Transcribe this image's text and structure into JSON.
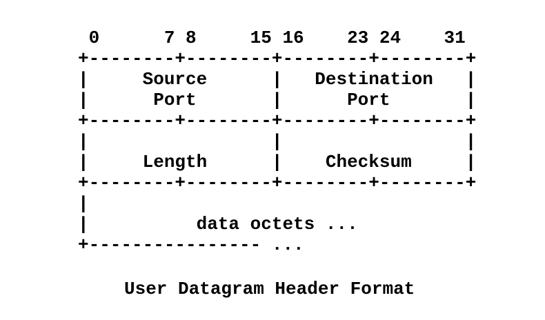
{
  "colors": {
    "background": "#ffffff",
    "text": "#000000"
  },
  "diagram": {
    "bit_labels": [
      "0",
      "7",
      "8",
      "15",
      "16",
      "23",
      "24",
      "31"
    ],
    "fields": [
      "Source Port",
      "Destination Port",
      "Length",
      "Checksum",
      "data octets ..."
    ],
    "lines": [
      " 0      7 8     15 16    23 24    31",
      "+--------+--------+--------+--------+",
      "|     Source      |   Destination   |",
      "|      Port       |      Port       |",
      "+--------+--------+--------+--------+",
      "|                 |                 |",
      "|     Length      |    Checksum     |",
      "+--------+--------+--------+--------+",
      "|",
      "|          data octets ...",
      "+---------------- ..."
    ]
  },
  "caption": "User Datagram Header Format"
}
